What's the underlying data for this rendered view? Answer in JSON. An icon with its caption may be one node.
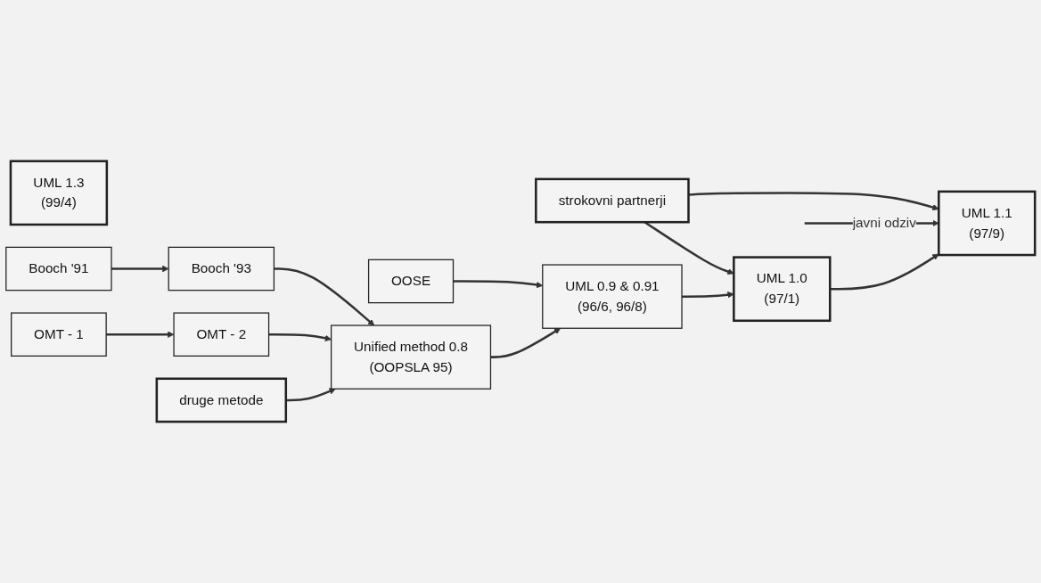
{
  "diagram": {
    "nodes": [
      {
        "text": [
          "UML 1.3",
          "(99/4)"
        ]
      },
      {
        "text": [
          "strokovni partnerji"
        ]
      },
      {
        "text": [
          "UML 1.1",
          "(97/9)"
        ]
      },
      {
        "text": [
          "UML 1.0",
          "(97/1)"
        ]
      },
      {
        "text": [
          "OOSE"
        ]
      },
      {
        "text": [
          "UML 0.9 & 0.91",
          "(96/6, 96/8)"
        ]
      },
      {
        "text": [
          "OMT - 2"
        ]
      },
      {
        "text": [
          "Unified method 0.8",
          "(OOPSLA 95)"
        ]
      },
      {
        "text": [
          "OMT - 1"
        ]
      },
      {
        "text": [
          "Booch '93"
        ]
      },
      {
        "text": [
          "Booch '91"
        ]
      },
      {
        "text": [
          "druge metode"
        ]
      }
    ],
    "edges": [
      {
        "from": 8,
        "to": 6,
        "arrow": "to"
      },
      {
        "from": 10,
        "to": 9,
        "arrow": "to"
      },
      {
        "from": 6,
        "to": 7,
        "arrow": "to"
      },
      {
        "from": 9,
        "to": 7,
        "arrow": "to"
      },
      {
        "from": 11,
        "to": 7,
        "arrow": "to"
      },
      {
        "from": 7,
        "to": 5,
        "arrow": "to"
      },
      {
        "from": 4,
        "to": 5,
        "arrow": "to"
      },
      {
        "from": 5,
        "to": 3,
        "arrow": "to"
      },
      {
        "from": 1,
        "to": 3,
        "arrow": "to"
      },
      {
        "from": 1,
        "to": 2,
        "arrow": "to"
      },
      {
        "from": 3,
        "to": 2,
        "arrow": "to"
      },
      {
        "from": null,
        "to": 2,
        "arrow": "to",
        "label": "javni odziv"
      }
    ]
  }
}
